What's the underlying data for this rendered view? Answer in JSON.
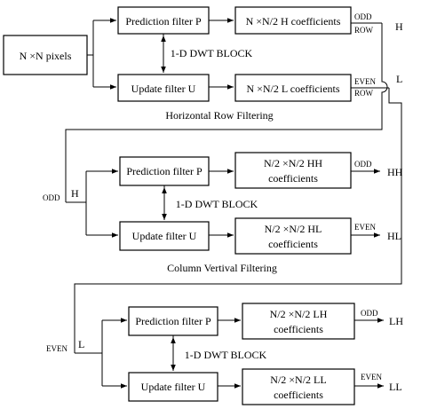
{
  "input": {
    "label": "N ×N pixels"
  },
  "stage1": {
    "prediction_label": "Prediction filter P",
    "update_label": "Update filter U",
    "h_coeff_label": "N ×N/2  H coefficients",
    "l_coeff_label": "N ×N/2  L coefficients",
    "block_title": "1-D DWT BLOCK",
    "odd_label": "ODD",
    "even_label": "EVEN",
    "row_label_top": "ROW",
    "row_label_bottom": "ROW",
    "h_out": "H",
    "l_out": "L",
    "caption": "Horizontal Row Filtering"
  },
  "stage2": {
    "input_odd": "ODD",
    "input_label": "H",
    "prediction_label": "Prediction filter P",
    "update_label": "Update filter U",
    "hh_line1": "N/2 ×N/2  HH",
    "hh_line2": "coefficients",
    "hl_line1": "N/2 ×N/2  HL",
    "hl_line2": "coefficients",
    "block_title": "1-D DWT BLOCK",
    "odd_label": "ODD",
    "even_label": "EVEN",
    "hh_out": "HH",
    "hl_out": "HL",
    "caption": "Column Vertival  Filtering"
  },
  "stage3": {
    "input_even": "EVEN",
    "input_label": "L",
    "prediction_label": "Prediction filter P",
    "update_label": "Update filter U",
    "lh_line1": "N/2 ×N/2  LH",
    "lh_line2": "coefficients",
    "ll_line1": "N/2 ×N/2  LL",
    "ll_line2": "coefficients",
    "block_title": "1-D DWT BLOCK",
    "odd_label": "ODD",
    "even_label": "EVEN",
    "lh_out": "LH",
    "ll_out": "LL"
  }
}
